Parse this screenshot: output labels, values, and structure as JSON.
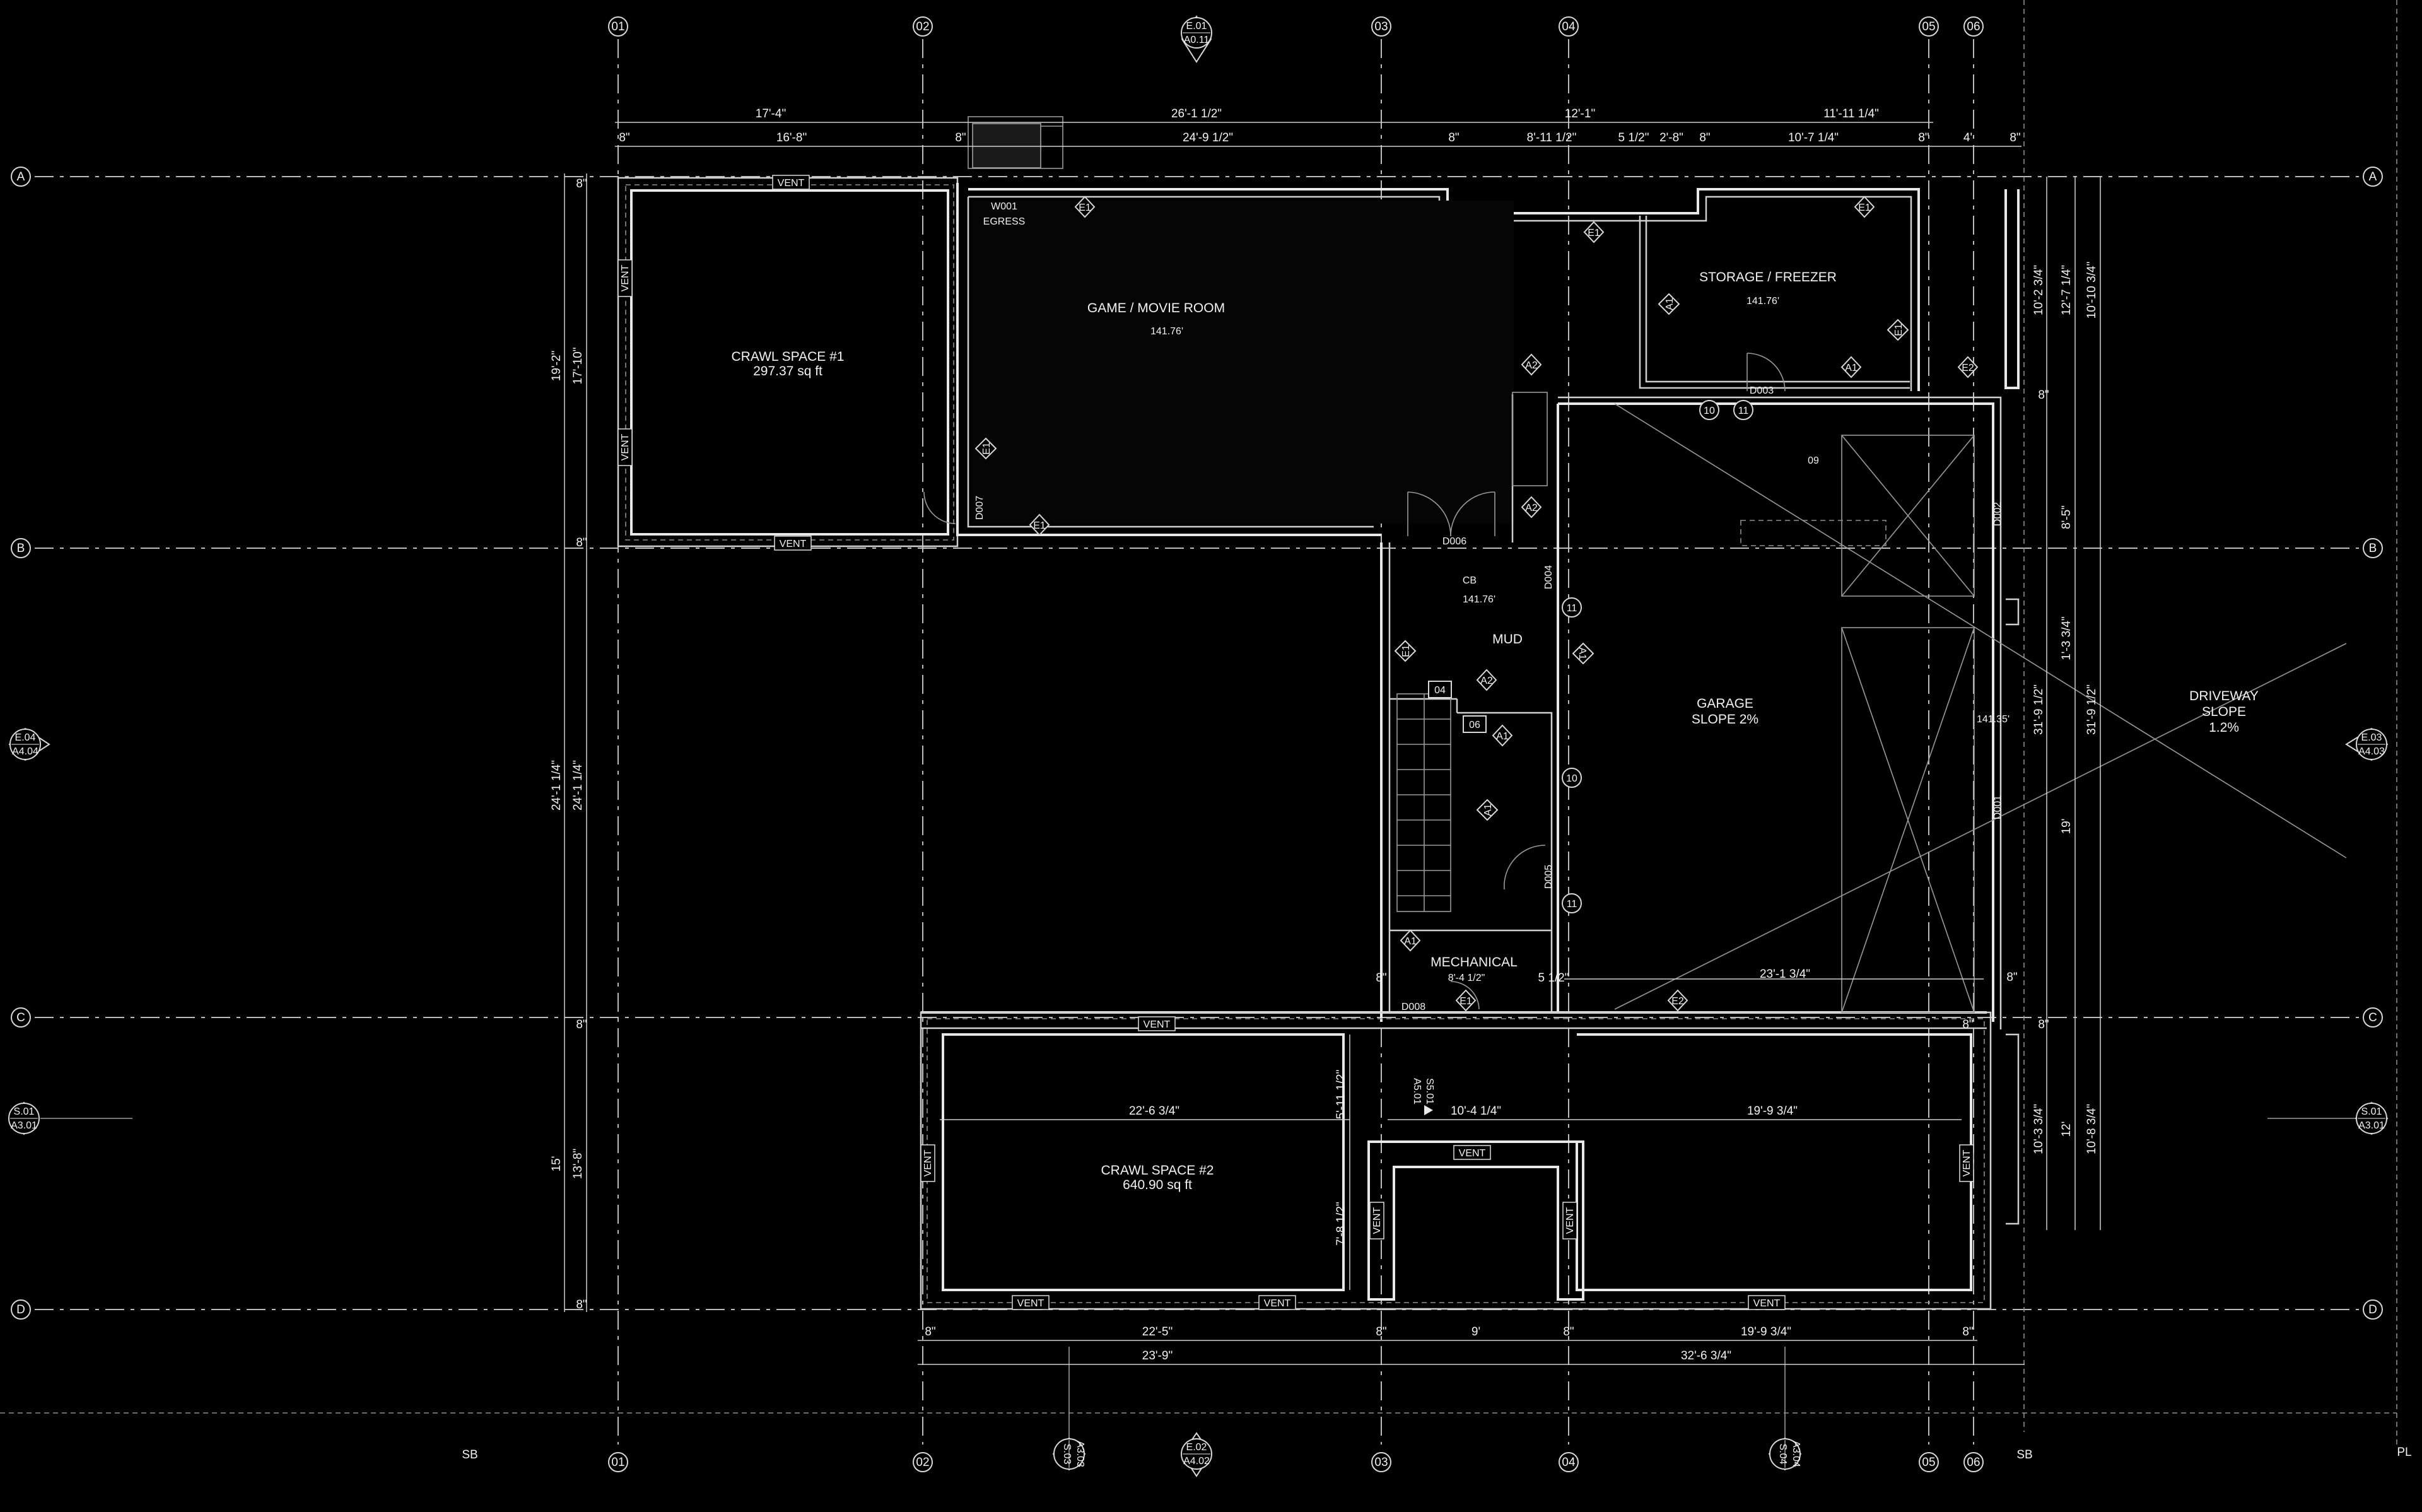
{
  "grid": {
    "vertical": [
      "01",
      "02",
      "03",
      "04",
      "05",
      "06"
    ],
    "horizontal": [
      "A",
      "B",
      "C",
      "D"
    ]
  },
  "setbacks": {
    "left": "SB",
    "right": "SB",
    "property_line": "PL"
  },
  "section_marks": [
    {
      "top": "E.01",
      "bottom": "A0.11"
    },
    {
      "top": "E.04",
      "bottom": "A4.04"
    },
    {
      "top": "E.03",
      "bottom": "A4.03"
    },
    {
      "top": "S.01",
      "bottom": "A3.01"
    },
    {
      "top": "S.01",
      "bottom": "A3.01"
    },
    {
      "top": "E.02",
      "bottom": "A4.02"
    },
    {
      "top": "S.03",
      "bottom": "A3.03"
    },
    {
      "top": "S.04",
      "bottom": "A3.04"
    },
    {
      "top": "S5.01",
      "bottom": "A5.01"
    }
  ],
  "rooms": {
    "crawl1_name": "CRAWL SPACE #1",
    "crawl1_area": "297.37 sq ft",
    "game_name": "GAME / MOVIE ROOM",
    "game_elev": "141.76'",
    "storage_name": "STORAGE / FREEZER",
    "storage_elev": "141.76'",
    "garage_name": "GARAGE",
    "garage_slope": "SLOPE 2%",
    "driveway_name": "DRIVEWAY",
    "driveway_slope": "SLOPE",
    "driveway_pct": "1.2%",
    "mud_name": "MUD",
    "cb": "CB",
    "cb_elev": "141.76'",
    "mech_name": "MECHANICAL",
    "mech_dim": "8'-4 1/2\"",
    "crawl2_name": "CRAWL SPACE  #2",
    "crawl2_area": "640.90 sq ft",
    "garage_elev": "141.35'",
    "window_id": "W001",
    "window_label": "EGRESS",
    "room_09": "09"
  },
  "doors": [
    "D001",
    "D002",
    "D003",
    "D004",
    "D005",
    "D006",
    "D007",
    "D008"
  ],
  "vent_label": "VENT",
  "tags": {
    "e1": "E1",
    "e2": "E2",
    "a1": "A1",
    "a2": "A2",
    "t04": "04",
    "t06": "06",
    "t10": "10",
    "t11": "11"
  },
  "dims_top": {
    "d1": "17'-4\"",
    "d2": "26'-1 1/2\"",
    "d3": "12'-1\"",
    "d4": "11'-11 1/4\"",
    "d5": "8\"",
    "d6": "16'-8\"",
    "d7": "8\"",
    "d8": "24'-9 1/2\"",
    "d9": "8\"",
    "d10": "8'-11 1/2\"",
    "d11": "5 1/2\"",
    "d12": "2'-8\"",
    "d13": "8\"",
    "d14": "10'-7 1/4\"",
    "d15": "8\"",
    "d16": "4'",
    "d17": "8\""
  },
  "dims_left": {
    "l1": "19'-2\"",
    "l2": "17'-10\"",
    "l3": "24'-1 1/4\"",
    "l4": "24'-1 1/4\"",
    "l5": "15'",
    "l6": "13'-8\"",
    "l7": "8\"",
    "l8": "8\"",
    "l9": "8\"",
    "l10": "8\""
  },
  "dims_right": {
    "r1": "10'-2 3/4\"",
    "r2": "12'-7 1/4\"",
    "r3": "10'-10 3/4\"",
    "r4": "8'-5\"",
    "r5": "1'-3 3/4\"",
    "r6": "31'-9 1/2\"",
    "r7": "31'-9 1/2\"",
    "r8": "19'",
    "r9": "10'-3 3/4\"",
    "r10": "12'",
    "r11": "10'-8 3/4\"",
    "r12": "8\"",
    "r13": "8\"",
    "r14": "8\""
  },
  "dims_bottom": {
    "b1": "8\"",
    "b2": "22'-5\"",
    "b3": "8\"",
    "b4": "9'",
    "b5": "8\"",
    "b6": "19'-9 3/4\"",
    "b7": "8\"",
    "b8": "23'-9\"",
    "b9": "32'-6 3/4\""
  },
  "dims_inner": {
    "i1": "22'-6 3/4\"",
    "i2": "5'-11 1/2\"",
    "i3": "7'-8 1/2\"",
    "i4": "10'-4 1/4\"",
    "i5": "19'-9 3/4\"",
    "i6": "23'-1 3/4\"",
    "i7": "8\"",
    "i8": "5 1/2\"",
    "i9": "8\""
  }
}
